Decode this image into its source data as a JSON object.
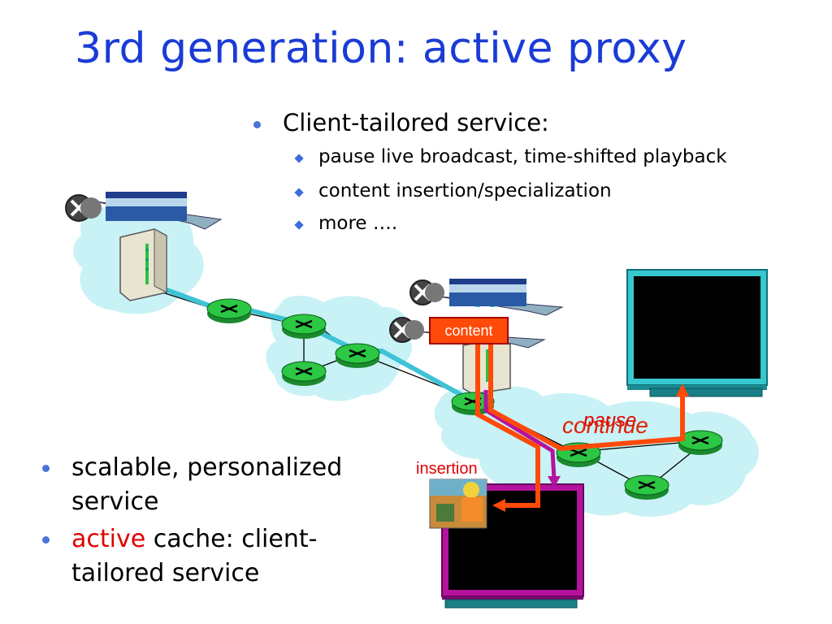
{
  "title": "3rd generation: active proxy",
  "top_bullets": {
    "main": "Client-tailored service:",
    "subs": [
      "pause live broadcast, time-shifted playback",
      "content insertion/specialization",
      "more …."
    ]
  },
  "left_bullets": {
    "item1": "scalable, personalized service",
    "item1_line1": "scalable, personalized",
    "item1_line2": "service",
    "item2_highlight": "active",
    "item2_rest_line1": " cache: client-",
    "item2_line2": "tailored service"
  },
  "diagram": {
    "content_label": "content",
    "insertion_label": "insertion",
    "pause_label": "pause",
    "continue_label": "continue"
  },
  "colors": {
    "title": "#1a3bd6",
    "accent_red": "#e00000",
    "cloud": "#c8f2f6",
    "router": "#22b83a",
    "stream": "#3ec3d6",
    "magenta_path": "#b3139d",
    "orange_path": "#ff4a0a"
  }
}
